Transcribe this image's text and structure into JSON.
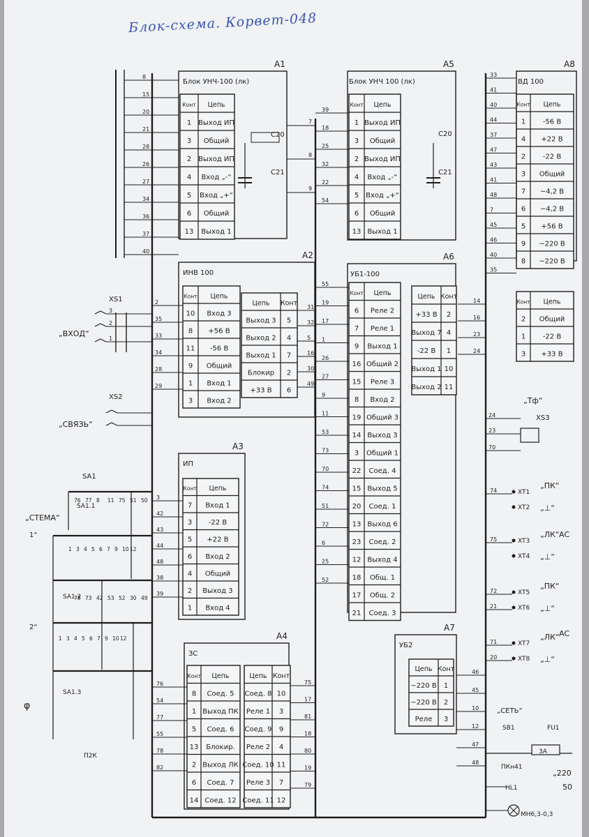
{
  "header": "Блок-схема. Корвет-048",
  "labels": {
    "xs1": "XS1",
    "vhod": "„ВХОД“",
    "xs2": "XS2",
    "svyaz": "„СВЯЗЬ“",
    "tf": "„Тф“",
    "xs3": "XS3",
    "sa1": "SA1",
    "stema": "„СТЕМА“",
    "n1": "1“",
    "n2": "2“",
    "phi": "φ",
    "p2k": "П2К",
    "set": "„СЕТЬ“",
    "sb1": "SB1",
    "fu1": "FU1",
    "fu_a": "3А",
    "pkn": "ПКн41",
    "hl1": "HL1",
    "lamp": "МН6,3-0,3",
    "v220": "„220",
    "v50": "50",
    "sa11": "SA1.1",
    "sa12": "SA1.2",
    "sa13": "SA1.3",
    "c20": "C20",
    "c21": "C21"
  },
  "blocks": [
    {
      "id": "A1",
      "title": "Блок УНЧ-100 (лк)",
      "hdr": [
        "Конт",
        "Цепь"
      ],
      "rows": [
        [
          "1",
          "Выход ИП"
        ],
        [
          "3",
          "Общий"
        ],
        [
          "2",
          "Выход ИП"
        ],
        [
          "4",
          "Вход „-“"
        ],
        [
          "5",
          "Вход „+“"
        ],
        [
          "6",
          "Общий"
        ],
        [
          "13",
          "Выход 1"
        ]
      ]
    },
    {
      "id": "A5",
      "title": "Блок УНЧ 100 (лк)",
      "hdr": [
        "Конт",
        "Цепь"
      ],
      "rows": [
        [
          "1",
          "Выход ИП"
        ],
        [
          "3",
          "Общий"
        ],
        [
          "2",
          "Выход ИП"
        ],
        [
          "4",
          "Вход „-“"
        ],
        [
          "5",
          "Вход „+“"
        ],
        [
          "6",
          "Общий"
        ],
        [
          "13",
          "Выход 1"
        ]
      ]
    },
    {
      "id": "A8",
      "title": "ВД 100",
      "hdr": [
        "Конт",
        "Цепь"
      ],
      "rows": [
        [
          "1",
          "-56 В"
        ],
        [
          "4",
          "+22 В"
        ],
        [
          "2",
          "-22 В"
        ],
        [
          "3",
          "Общий"
        ],
        [
          "7",
          "~4,2 В"
        ],
        [
          "6",
          "~4,2 В"
        ],
        [
          "5",
          "+56 В"
        ],
        [
          "9",
          "~220 В"
        ],
        [
          "8",
          "~220 В"
        ]
      ],
      "hdr2": [
        "Конт",
        "Цепь"
      ],
      "rows2": [
        [
          "2",
          "Общий"
        ],
        [
          "1",
          "-22 В"
        ],
        [
          "3",
          "+33 В"
        ]
      ]
    },
    {
      "id": "A2",
      "title": "ИНВ 100",
      "hdr": [
        "Конт",
        "Цепь"
      ],
      "rows": [
        [
          "10",
          "Вход 3"
        ],
        [
          "8",
          "+56 В"
        ],
        [
          "11",
          "-56 В"
        ],
        [
          "9",
          "Общий"
        ],
        [
          "1",
          "Вход 1"
        ],
        [
          "3",
          "Вход 2"
        ]
      ],
      "hdr2": [
        "Цепь",
        "Конт"
      ],
      "rows2": [
        [
          "Выход 3",
          "5"
        ],
        [
          "Выход 2",
          "4"
        ],
        [
          "Выход 1",
          "7"
        ],
        [
          "Блокир",
          "2"
        ],
        [
          "+33 В",
          "6"
        ]
      ]
    },
    {
      "id": "A6",
      "title": "УБ1-100",
      "hdr": [
        "Конт",
        "Цепь"
      ],
      "rows": [
        [
          "6",
          "Реле 2"
        ],
        [
          "7",
          "Реле 1"
        ],
        [
          "9",
          "Выход 1"
        ],
        [
          "16",
          "Общий 2"
        ],
        [
          "15",
          "Реле 3"
        ],
        [
          "8",
          "Вход 2"
        ],
        [
          "19",
          "Общий 3"
        ],
        [
          "14",
          "Выход 3"
        ],
        [
          "3",
          "Общий 1"
        ],
        [
          "22",
          "Соед. 4"
        ],
        [
          "15",
          "Выход 5"
        ],
        [
          "20",
          "Соед. 1"
        ],
        [
          "13",
          "Выход 6"
        ],
        [
          "23",
          "Соед. 2"
        ],
        [
          "12",
          "Выход 4"
        ],
        [
          "18",
          "Общ. 1"
        ],
        [
          "17",
          "Общ. 2"
        ],
        [
          "21",
          "Соед. 3"
        ]
      ],
      "hdr2": [
        "Цепь",
        "Конт"
      ],
      "rows2": [
        [
          "+33 В",
          "2"
        ],
        [
          "Выход 7",
          "4"
        ],
        [
          "-22 В",
          "1"
        ],
        [
          "Выход 1",
          "10"
        ],
        [
          "Выход 2",
          "11"
        ]
      ]
    },
    {
      "id": "A3",
      "title": "ИП",
      "hdr": [
        "Конт",
        "Цепь"
      ],
      "rows": [
        [
          "7",
          "Вход 1"
        ],
        [
          "3",
          "-22 В"
        ],
        [
          "5",
          "+22 В"
        ],
        [
          "6",
          "Вход 2"
        ],
        [
          "4",
          "Общий"
        ],
        [
          "2",
          "Выход 3"
        ],
        [
          "1",
          "Вход 4"
        ]
      ]
    },
    {
      "id": "A4",
      "title": "ЗС",
      "hdr": [
        "Конт",
        "Цепь"
      ],
      "rows": [
        [
          "8",
          "Соед. 5"
        ],
        [
          "1",
          "Выход ПК"
        ],
        [
          "5",
          "Соед. 6"
        ],
        [
          "13",
          "Блокир."
        ],
        [
          "2",
          "Выход ЛК"
        ],
        [
          "6",
          "Соед. 7"
        ],
        [
          "14",
          "Соед. 12"
        ]
      ],
      "hdr2": [
        "Цепь",
        "Конт"
      ],
      "rows2": [
        [
          "Соед. 8",
          "10"
        ],
        [
          "Реле 1",
          "3"
        ],
        [
          "Соед. 9",
          "9"
        ],
        [
          "Реле 2",
          "4"
        ],
        [
          "Соед. 10",
          "11"
        ],
        [
          "Реле 3",
          "7"
        ],
        [
          "Соед. 11",
          "12"
        ]
      ]
    },
    {
      "id": "A7",
      "title": "УБ2",
      "hdr": [
        "Цепь",
        "Конт"
      ],
      "rows": [
        [
          "~220 В",
          "1"
        ],
        [
          "~220 В",
          "2"
        ],
        [
          "Реле",
          "3"
        ]
      ]
    }
  ],
  "terminals": [
    {
      "id": "XT1",
      "text": "„ПК“"
    },
    {
      "id": "XT2",
      "text": "„⊥“"
    },
    {
      "id": "XT3",
      "text": "„ЛК“"
    },
    {
      "id": "XT4",
      "text": "„⊥“"
    },
    {
      "id": "XT5",
      "text": "„ПК“"
    },
    {
      "id": "XT6",
      "text": "„⊥“"
    },
    {
      "id": "XT7",
      "text": "„ЛК“"
    },
    {
      "id": "XT8",
      "text": "„⊥“"
    }
  ],
  "ac": [
    "АС",
    "АС"
  ],
  "wire_numbers": {
    "left_bus": [
      "8",
      "15",
      "20",
      "21",
      "28",
      "26",
      "27",
      "34",
      "36",
      "37",
      "40"
    ],
    "a1_right": [
      "7",
      "8",
      "9"
    ],
    "a5_left": [
      "39",
      "18",
      "25",
      "32",
      "22",
      "54"
    ],
    "a8_left": [
      "33",
      "41",
      "40",
      "44",
      "37",
      "47",
      "43",
      "41",
      "48",
      "7",
      "45",
      "46",
      "40",
      "35"
    ],
    "a2_left": [
      "2",
      "35",
      "33",
      "34",
      "28",
      "29"
    ],
    "a2_right": [
      "31",
      "32",
      "5",
      "16",
      "30",
      "49"
    ],
    "xs": [
      "3",
      "2",
      "1",
      "28",
      "29",
      "31"
    ],
    "a6_left": [
      "55",
      "19",
      "17",
      "1",
      "26",
      "27",
      "9",
      "11",
      "53",
      "73",
      "70",
      "74",
      "51",
      "72",
      "6",
      "25",
      "52"
    ],
    "a6_right": [
      "14",
      "16",
      "23",
      "24"
    ],
    "xs3": [
      "24",
      "23",
      "70",
      "2",
      "3",
      "1"
    ],
    "xt": [
      "74",
      "75",
      "72",
      "21",
      "71",
      "20"
    ],
    "a3_left": [
      "3",
      "42",
      "43",
      "44",
      "48",
      "38",
      "39"
    ],
    "a4_left": [
      "76",
      "54",
      "77",
      "55",
      "78",
      "82"
    ],
    "a4_right": [
      "75",
      "17",
      "81",
      "18",
      "80",
      "19",
      "79"
    ],
    "a7": [
      "46",
      "45",
      "10",
      "12",
      "47",
      "48"
    ],
    "sa": [
      "76",
      "77",
      "8",
      "11",
      "75",
      "51",
      "50",
      "78",
      "73",
      "42",
      "53",
      "52",
      "30",
      "49"
    ]
  }
}
